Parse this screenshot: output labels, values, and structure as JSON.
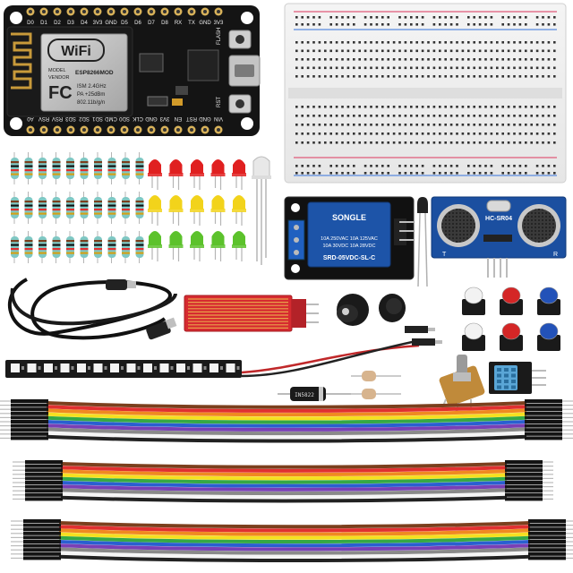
{
  "nodemcu": {
    "pins_top": [
      "D0",
      "D1",
      "D2",
      "D3",
      "D4",
      "3V3",
      "GND",
      "D5",
      "D6",
      "D7",
      "D8",
      "RX",
      "TX",
      "GND",
      "3V3"
    ],
    "pins_bottom": [
      "A0",
      "RSV",
      "RSV",
      "SD3",
      "SD2",
      "SD1",
      "CMD",
      "SD0",
      "CLK",
      "GND",
      "3V3",
      "EN",
      "RST",
      "GND",
      "VIN"
    ],
    "wifi_logo": "WiFi",
    "module_label": "MODEL",
    "vendor_label": "VENDOR",
    "chip_name": "ESP8266MOD",
    "spec_line1": "ISM 2.4GHz",
    "spec_line2": "PA +25dBm",
    "spec_line3": "802.11b/g/n",
    "fc_mark": "FC",
    "flash_label": "FLASH",
    "rst_label": "RST"
  },
  "relay": {
    "brand": "SONGLE",
    "line1": "10A 250VAC  10A 125VAC",
    "line2": "10A  30VDC  10A  28VDC",
    "model": "SRD-05VDC-SL-C"
  },
  "sensor": {
    "label": "HC-SR04",
    "t_label": "T",
    "r_label": "R"
  },
  "diode": {
    "label": "IN5822"
  },
  "colors": {
    "pcb_black": "#141414",
    "relay_blue": "#1d54a8",
    "sensor_blue": "#1b4fa0",
    "led_red": "#e02020",
    "led_yellow": "#f2d31b",
    "led_green": "#5cc22c",
    "water_red": "#d62a30",
    "ribbon": [
      "#7b3f1d",
      "#e03030",
      "#f08a20",
      "#f5e020",
      "#35a845",
      "#2a5fd0",
      "#7a3fb5",
      "#8a8a8a",
      "#f5f5f5",
      "#222222"
    ]
  },
  "icons": [
    "wifi-logo-icon",
    "fc-mark-icon",
    "usb-cable-icon",
    "buzzer-icon",
    "button-icon"
  ]
}
